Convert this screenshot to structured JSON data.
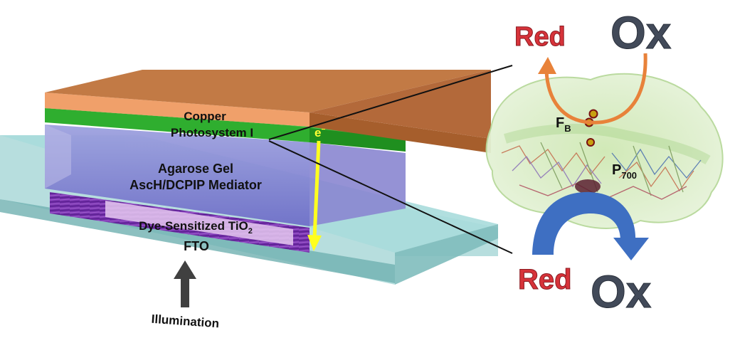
{
  "device": {
    "layers": {
      "copper": "Copper",
      "photosystem": "Photosystem I",
      "gel_line1": "Agarose Gel",
      "gel_line2": "AscH/DCPIP Mediator",
      "dye_main": "Dye-Sensitized TiO",
      "dye_sub": "2",
      "fto": "FTO"
    },
    "electron_label": "e",
    "electron_sup": "−",
    "illumination": "Illumination"
  },
  "psi": {
    "top_red": "Red",
    "top_ox": "Ox",
    "fb_main": "F",
    "fb_sub": "B",
    "p700_main": "P",
    "p700_sub": "700",
    "bottom_red": "Red",
    "bottom_ox": "Ox"
  },
  "colors": {
    "copper": "#c27a45",
    "copper_light": "#ef9a5f",
    "psi_green": "#2fae2f",
    "gel": "#7f7fd0",
    "fto": "#8cc7c7",
    "electron_arrow": "#ffff1f",
    "red_text": "#d7333a",
    "ox_text": "#424a59",
    "orange_arc": "#e8823a",
    "blue_arc": "#3e6fc2"
  }
}
